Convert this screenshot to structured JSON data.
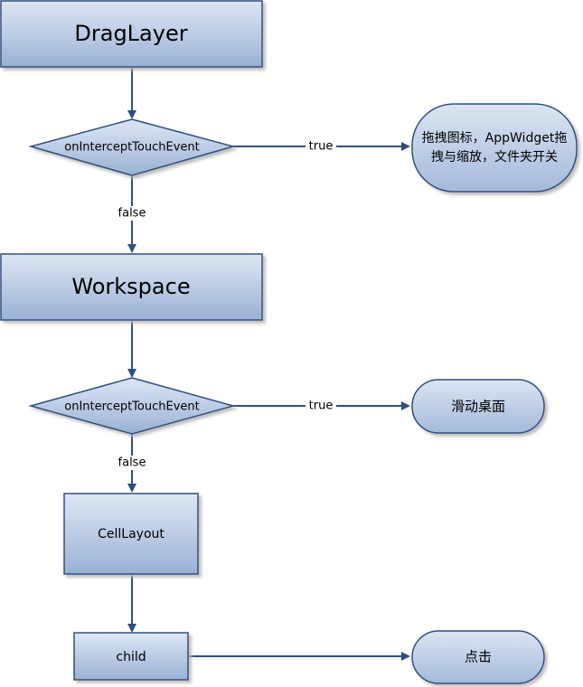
{
  "diagram": {
    "nodes": {
      "draglayer": "DragLayer",
      "decision1": "onInterceptTouchEvent",
      "result1_line1": "拖拽图标，AppWidget拖",
      "result1_line2": "拽与缩放，文件夹开关",
      "workspace": "Workspace",
      "decision2": "onInterceptTouchEvent",
      "result2": "滑动桌面",
      "celllayout": "CellLayout",
      "child": "child",
      "result3": "点击"
    },
    "edges": {
      "true1": "true",
      "false1": "false",
      "true2": "true",
      "false2": "false"
    },
    "colors": {
      "fill_top": "#dbe5f3",
      "fill_bottom": "#9db4d6",
      "stroke": "#2f4f7f",
      "arrow": "#2f4f7f",
      "shadow": "#c8c8c8"
    }
  }
}
